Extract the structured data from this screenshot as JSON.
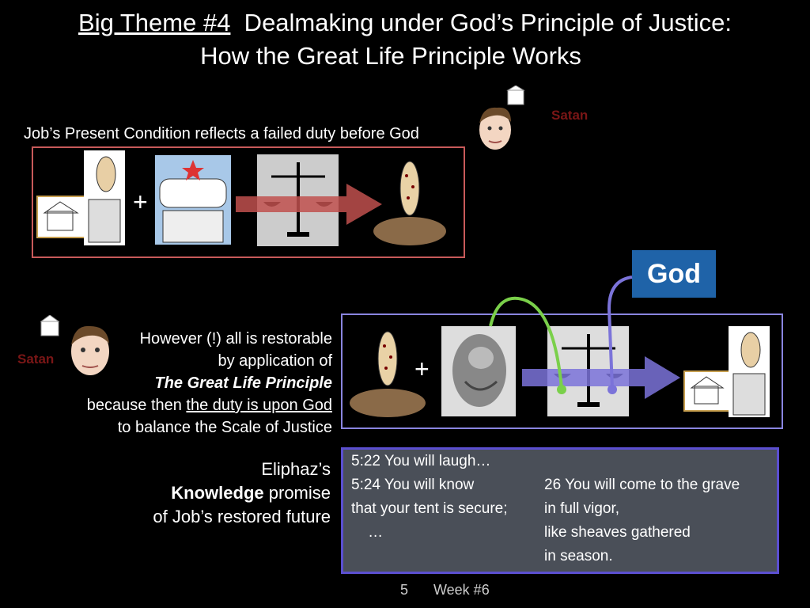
{
  "title": {
    "line1_prefix": "Big Theme #4",
    "line1_rest": "  Dealmaking under God’s Principle of Justice:",
    "line2": "How the Great Life Principle Works"
  },
  "top": {
    "caption": "Job’s Present Condition reflects a failed duty before God",
    "satan_label": "Satan",
    "plus": "+"
  },
  "middle": {
    "god_label": "God",
    "satan_label": "Satan",
    "plus": "+",
    "line1": "However (!) all is restorable",
    "line2": "by application of",
    "line3": "The Great Life Principle",
    "line4_prefix": "because then ",
    "line4_underlined": "the duty is upon God",
    "line5": "to balance the Scale of Justice"
  },
  "bottom": {
    "eliphaz": "Eliphaz’s",
    "knowledge_bold": "Knowledge",
    "promise": " promise",
    "restored": "of Job’s restored future",
    "verses_left": [
      "5:22 You will laugh…",
      "5:24 You will know",
      "that your tent is secure;",
      "    …"
    ],
    "verses_right": [
      "26 You will come to the grave",
      "in full vigor,",
      "like sheaves gathered",
      "in season."
    ]
  },
  "footer": {
    "page": "5",
    "week": "Week #6"
  },
  "colors": {
    "background": "#000000",
    "red_border": "#c85a5a",
    "blue_border": "#8a85e0",
    "god_box": "#1f63a8",
    "satan": "#7a1616",
    "arrow_red": "#c0504d",
    "arrow_blue": "#7b73d9",
    "curve_green": "#7ad04a"
  }
}
